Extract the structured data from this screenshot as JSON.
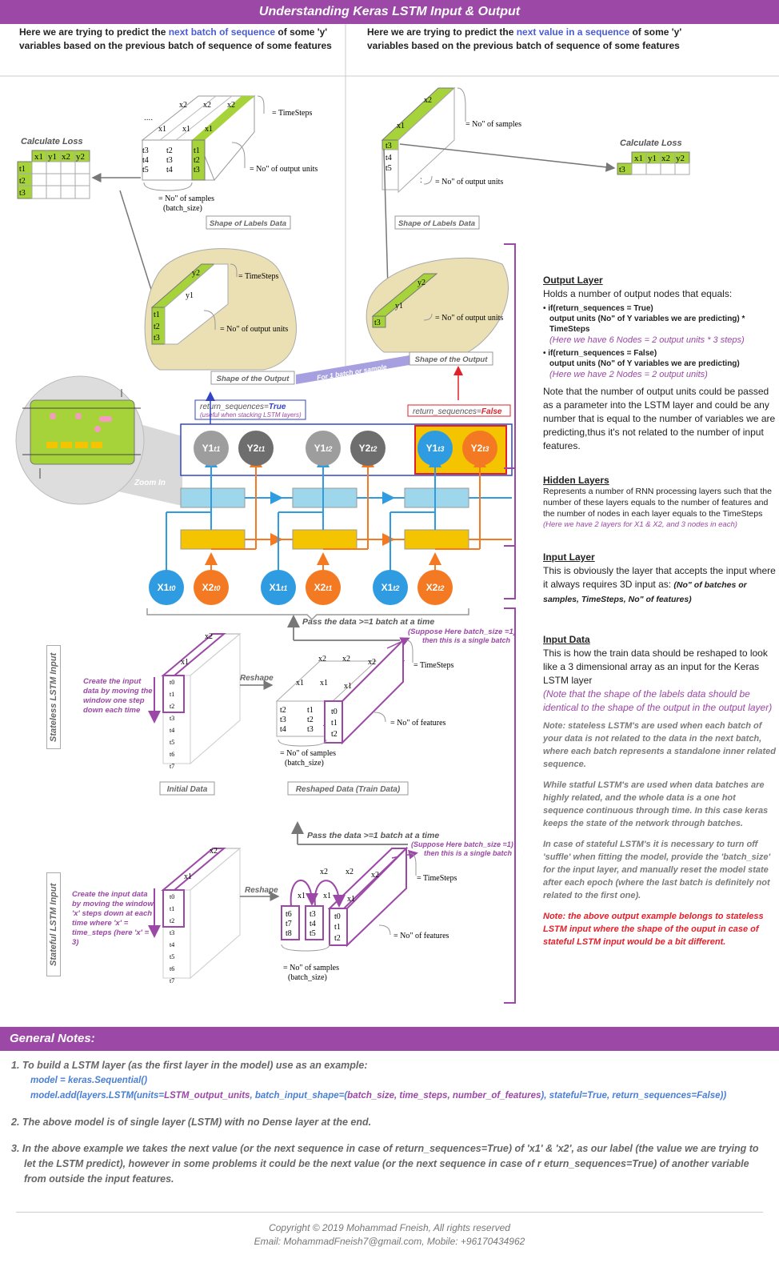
{
  "title": "Understanding Keras LSTM Input & Output",
  "header": {
    "left_a": "Here we are trying to predict the ",
    "left_b": "next batch of sequence",
    "left_c": " of some 'y' variables based on the previous batch of sequence of some features",
    "right_a": "Here we are trying to predict the ",
    "right_b": "next value in a sequence",
    "right_c": " of some 'y' variables based on the previous batch of sequence of some features"
  },
  "labels": {
    "calc_loss": "Calculate Loss",
    "loss_cols": [
      "x1",
      "y1",
      "x2",
      "y2"
    ],
    "loss_rows_left": [
      "t1",
      "t2",
      "t3"
    ],
    "loss_rows_right": [
      "t3"
    ],
    "timesteps": "= TimeSteps",
    "output_units": "= No\" of output units",
    "samples": "= No\" of samples",
    "samples_batch": "= No\" of samples",
    "batch_size": "(batch_size)",
    "features": "= No\" of features",
    "shape_labels": "Shape of Labels Data",
    "shape_output": "Shape of the Output",
    "for_batch": "For 1  batch or sample",
    "zoom_in": "Zoom In",
    "rs_true": "return_sequences=",
    "rs_true_val": "True",
    "rs_true_note": "(useful when stacking LSTM layers)",
    "rs_false": "return_sequences=",
    "rs_false_val": "False",
    "pass_data": "Pass the data  >=1 batch at a time",
    "suppose": "(Suppose Here batch_size =1)",
    "single_batch": "then this is a single batch",
    "reshape": "Reshape",
    "initial_data": "Initial Data",
    "reshaped_data": "Reshaped Data (Train Data)",
    "stateless": "Stateless LSTM Input",
    "stateful": "Stateful LSTM Input",
    "stateless_note": "Create the input data by moving the window one step down each time",
    "stateful_note": "Create the input data by moving the window 'x' steps down at each time where 'x' = time_steps (here 'x' = 3)",
    "x1": "x1",
    "x2": "x2",
    "y1": "y1",
    "y2": "y2",
    "dots": "...."
  },
  "nodes": {
    "out": [
      "Y1",
      "t1",
      "Y2",
      "t1",
      "Y1",
      "t2",
      "Y2",
      "t2",
      "Y1",
      "t3",
      "Y2",
      "t3"
    ],
    "in": [
      "X1",
      "t0",
      "X2",
      "t0",
      "X1",
      "t1",
      "X2",
      "t1",
      "X1",
      "t2",
      "X2",
      "t2"
    ]
  },
  "right_panel": {
    "out_h": "Output Layer",
    "out_1": "Holds a number of output nodes that equals:",
    "out_b1": "• if(return_sequences = True)",
    "out_b1b": "output units (No\" of Y variables we are predicting) * TimeSteps",
    "out_b1c": "(Here we have 6 Nodes = 2 output units * 3 steps)",
    "out_b2": "• if(return_sequences = False)",
    "out_b2b": "output units (No\" of Y variables we are predicting)",
    "out_b2c": "(Here we have 2 Nodes = 2 output units)",
    "out_note": "Note that the number of output units could be passed as a parameter into the LSTM layer and could be any number that is equal to the number of variables we are predicting,thus it's not related to the number of input features.",
    "hid_h": "Hidden Layers",
    "hid_1": "Represents a number of RNN processing layers such that the number of these layers equals to the number of features and the number of nodes in each layer equals to the TimeSteps",
    "hid_2": "(Here we have 2 layers for X1 & X2, and 3 nodes in each)",
    "in_h": "Input Layer",
    "in_1": "This is obviously the layer that accepts the input where it always requires 3D input as: ",
    "in_2": "(No\" of batches or samples, TimeSteps, No\" of features)",
    "data_h": "Input Data",
    "data_1": "This is how the train data should be reshaped to look like a 3 dimensional array as an input for the Keras LSTM layer",
    "data_2": "(Note that the shape of the labels data should be identical to the shape of the output in the output layer)",
    "g1": "Note: stateless LSTM's are used when each batch of your data is not related to the data in the next batch, where each batch represents a standalone inner related sequence.",
    "g2": "While statful LSTM's are used when data batches are highly related, and the whole data is a one hot sequence continuous through time. In this case keras keeps the state of the network through batches.",
    "g3": "In case of stateful LSTM's it is necessary to turn off 'suffle' when fitting the model, provide the 'batch_size' for the input layer, and manually reset the model state after each epoch (where the last batch is definitely not related to the first one).",
    "red": "Note: the above output example belongs to stateless LSTM input where the shape of the ouput in case of stateful LSTM input would be a bit different."
  },
  "general": {
    "title": "General Notes:",
    "n1": "1. To build a LSTM layer (as the first layer in the model) use as an example:",
    "n1a": "model = keras.Sequential()",
    "n1b_1": "model.add(layers.LSTM(units=",
    "n1b_2": "LSTM_output_units",
    "n1b_3": ", batch_input_shape=(",
    "n1b_4": "batch_size, time_steps, number_of_features",
    "n1b_5": "), stateful=True, return_sequences=False))",
    "n2": "2. The above model is of single layer (LSTM) with no Dense layer at the end.",
    "n3": "3. In the above example we takes the next value (or the next sequence in case of return_sequences=True) of 'x1' & 'x2', as our label (the value we are trying to let the LSTM predict), however in some problems it could be the next value (or the next sequence in case of r eturn_sequences=True) of another variable from outside the input features."
  },
  "footer": {
    "line1": "Copyright © 2019 Mohammad Fneish, All rights reserved",
    "line2": "Email: MohammadFneish7@gmail.com, Mobile: +96170434962"
  },
  "colors": {
    "purple": "#9b48a6",
    "green": "#a6d33a",
    "blue": "#2f9be0",
    "orange": "#f37a22",
    "grey": "#9d9d9d",
    "darkgrey": "#6e6e6e",
    "yellow": "#f5c400",
    "cyan": "#9ed6ec",
    "tan": "#eae0b4"
  }
}
